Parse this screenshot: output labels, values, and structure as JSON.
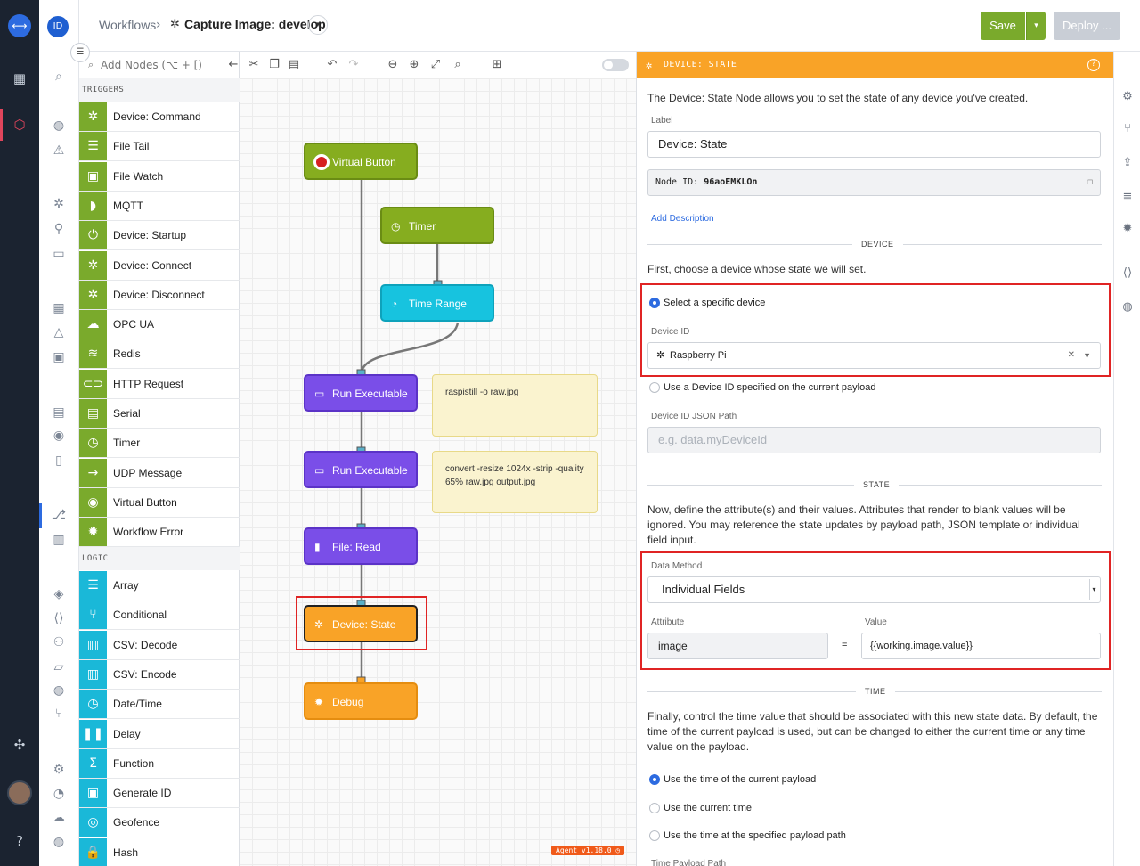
{
  "topbar": {
    "breadcrumb_root": "Workflows",
    "breadcrumb_sep": "›",
    "workflow_icon": "✲",
    "workflow_title": "Capture Image: develop",
    "dropdown_glyph": "▾",
    "save_label": "Save",
    "save_caret": "▾",
    "deploy_label": "Deploy ..."
  },
  "user": {
    "initials": "ID"
  },
  "palette": {
    "search_placeholder": "Add Nodes (⌥ + [)",
    "sections": {
      "triggers": "TRIGGERS",
      "logic": "LOGIC"
    },
    "triggers": [
      {
        "label": "Device: Command",
        "icon": "✲"
      },
      {
        "label": "File Tail",
        "icon": "☰"
      },
      {
        "label": "File Watch",
        "icon": "▣"
      },
      {
        "label": "MQTT",
        "icon": "◗"
      },
      {
        "label": "Device: Startup",
        "icon": "⏻"
      },
      {
        "label": "Device: Connect",
        "icon": "✲"
      },
      {
        "label": "Device: Disconnect",
        "icon": "✲"
      },
      {
        "label": "OPC UA",
        "icon": "☁"
      },
      {
        "label": "Redis",
        "icon": "≋"
      },
      {
        "label": "HTTP Request",
        "icon": "⊂⊃"
      },
      {
        "label": "Serial",
        "icon": "▤"
      },
      {
        "label": "Timer",
        "icon": "◷"
      },
      {
        "label": "UDP Message",
        "icon": "→"
      },
      {
        "label": "Virtual Button",
        "icon": "◉"
      },
      {
        "label": "Workflow Error",
        "icon": "✹"
      }
    ],
    "logic": [
      {
        "label": "Array",
        "icon": "☰"
      },
      {
        "label": "Conditional",
        "icon": "⑂"
      },
      {
        "label": "CSV: Decode",
        "icon": "▥"
      },
      {
        "label": "CSV: Encode",
        "icon": "▥"
      },
      {
        "label": "Date/Time",
        "icon": "◷"
      },
      {
        "label": "Delay",
        "icon": "❚❚"
      },
      {
        "label": "Function",
        "icon": "Σ"
      },
      {
        "label": "Generate ID",
        "icon": "▣"
      },
      {
        "label": "Geofence",
        "icon": "◎"
      },
      {
        "label": "Hash",
        "icon": "🔒"
      }
    ]
  },
  "canvas": {
    "nodes": {
      "virtual_button": "Virtual Button",
      "timer": "Timer",
      "time_range": "Time Range",
      "run_exec_1": "Run Executable",
      "run_exec_2": "Run Executable",
      "file_read": "File: Read",
      "device_state": "Device: State",
      "debug": "Debug"
    },
    "notes": {
      "note1": "raspistill -o raw.jpg",
      "note2": "convert -resize 1024x -strip -quality 65% raw.jpg output.jpg"
    },
    "agent_badge": "Agent v1.18.0 ◷"
  },
  "editor": {
    "header_title": "DEVICE: STATE",
    "intro": "The Device: State Node allows you to set the state of any device you've created.",
    "label_label": "Label",
    "label_value": "Device: State",
    "node_id_label": "Node ID:",
    "node_id_value": "96aoEMKLOn",
    "add_description": "Add Description",
    "device_section": "DEVICE",
    "device_intro": "First, choose a device whose state we will set.",
    "radio_specific": "Select a specific device",
    "device_id_label": "Device ID",
    "device_id_value": "Raspberry Pi",
    "radio_payload": "Use a Device ID specified on the current payload",
    "json_path_label": "Device ID JSON Path",
    "json_path_placeholder": "e.g. data.myDeviceId",
    "state_section": "STATE",
    "state_intro": "Now, define the attribute(s) and their values. Attributes that render to blank values will be ignored. You may reference the state updates by payload path, JSON template or individual field input.",
    "data_method_label": "Data Method",
    "data_method_value": "Individual Fields",
    "attribute_label": "Attribute",
    "value_label": "Value",
    "attribute_value": "image",
    "equals": "=",
    "value_value": "{{working.image.value}}",
    "time_section": "TIME",
    "time_intro": "Finally, control the time value that should be associated with this new state data. By default, the time of the current payload is used, but can be changed to either the current time or any time value on the payload.",
    "time_opt1": "Use the time of the current payload",
    "time_opt2": "Use the current time",
    "time_opt3": "Use the time at the specified payload path",
    "time_path_label": "Time Payload Path"
  }
}
